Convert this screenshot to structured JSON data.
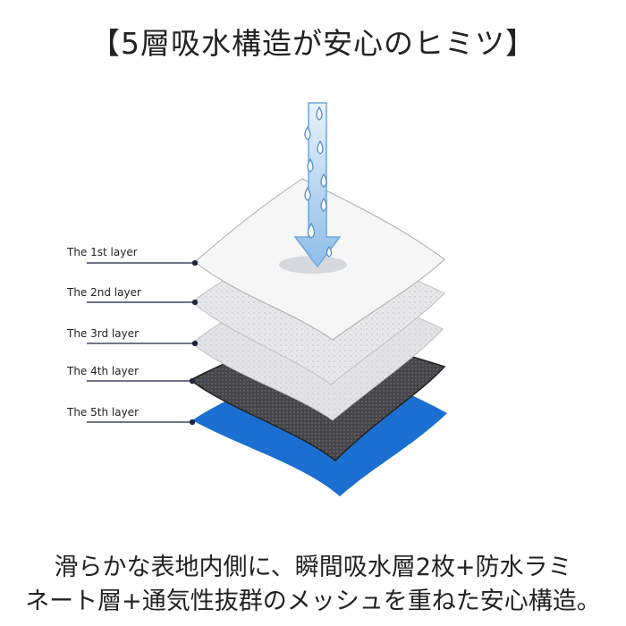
{
  "title": "【5層吸水構造が安心のヒミツ】",
  "layers": [
    {
      "label": "The 1st layer",
      "color": "#f4f4f4"
    },
    {
      "label": "The 2nd layer",
      "color": "#e6e6e8"
    },
    {
      "label": "The 3rd layer",
      "color": "#e3e3e6"
    },
    {
      "label": "The 4th layer",
      "color": "#4a4a4e"
    },
    {
      "label": "The 5th layer",
      "color": "#1a6fd0"
    }
  ],
  "description": {
    "line1": "滑らかな表地内側に、瞬間吸水層2枚+防水ラミ",
    "line2": "ネート層+通気性抜群のメッシュを重ねた安心構造。"
  }
}
